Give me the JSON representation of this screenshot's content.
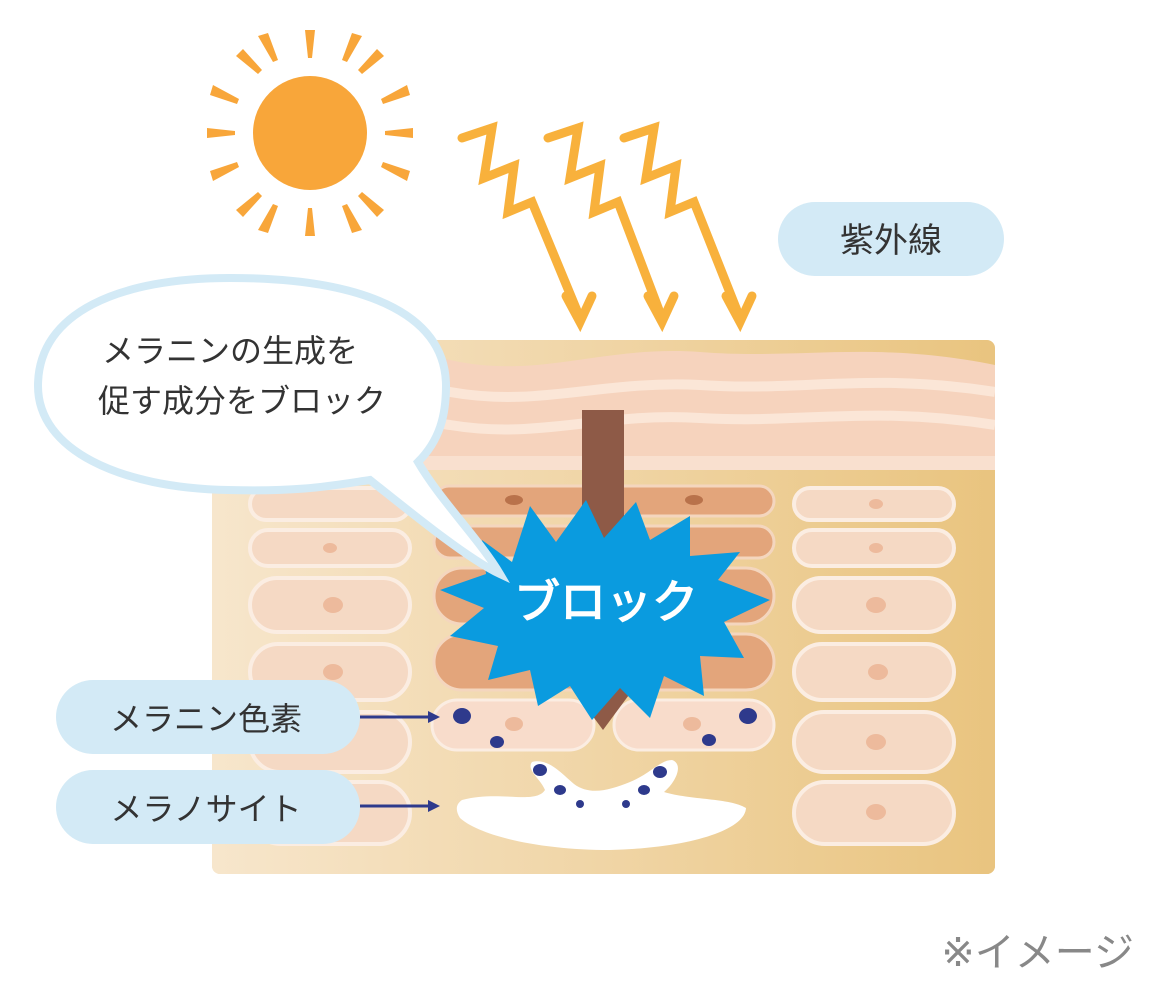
{
  "labels": {
    "uv": "紫外線",
    "melanin_pigment": "メラニン色素",
    "melanocyte": "メラノサイト"
  },
  "speech_bubble": {
    "line1": "メラニンの生成を",
    "line2": "促す成分をブロック"
  },
  "burst_label": "ブロック",
  "note": "※イメージ",
  "colors": {
    "sun": "#F8A63A",
    "uv_rays": "#F8B13C",
    "label_bg": "#D3EAF6",
    "burst": "#0A9BDF",
    "arrow": "#8E5A47",
    "skin_top": "#F6D3BD",
    "skin_bottom": "#E8C07A",
    "pigment": "#2E3A8C"
  },
  "icons": [
    "sun-icon",
    "uv-ray-icon",
    "down-arrow-icon",
    "block-burst-icon"
  ]
}
